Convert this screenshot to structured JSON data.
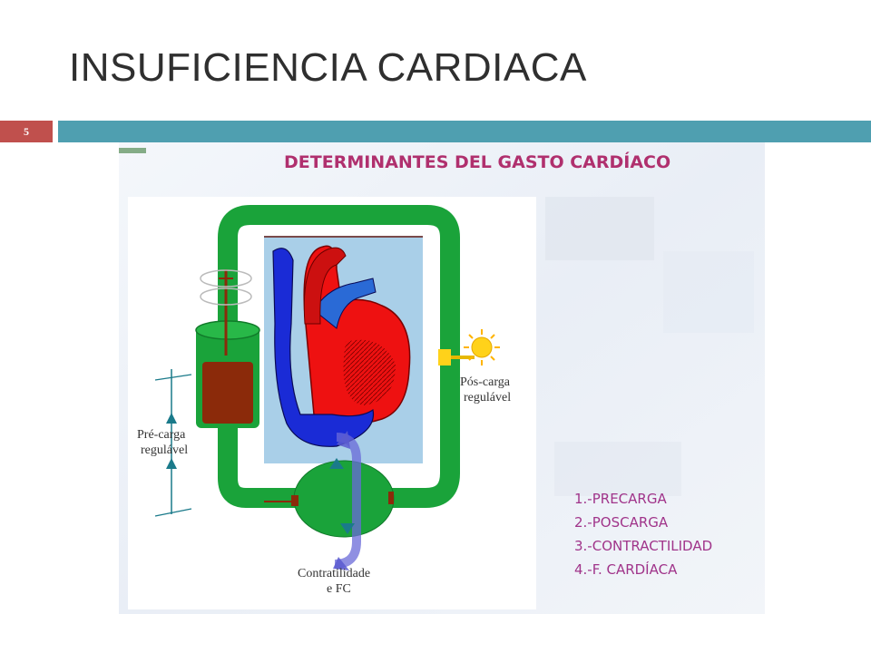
{
  "slide": {
    "title": "INSUFICIENCIA CARDIACA",
    "page_number": "5"
  },
  "diagram": {
    "heading": "DETERMINANTES DEL GASTO CARDÍACO",
    "labels": {
      "precarga_line1": "Pré-carga",
      "precarga_line2": "regulável",
      "poscarga_line1": "Pós-carga",
      "poscarga_line2": "regulável",
      "contract_line1": "Contratilidade",
      "contract_line2": "e FC"
    },
    "list": [
      "1.-PRECARGA",
      "2.-POSCARGA",
      "3.-CONTRACTILIDAD",
      "4.-F. CARDÍACA"
    ]
  },
  "colors": {
    "accent_bar": "#4f9fb0",
    "page_box": "#c0504d",
    "circuit_green": "#1aa33a",
    "heading_text": "#b0306e",
    "list_text": "#a0348a",
    "heart_red": "#ee1111",
    "heart_blue": "#1a2bd6",
    "blood_brown": "#8b2a0a",
    "sun_yellow": "#ffd21a"
  }
}
